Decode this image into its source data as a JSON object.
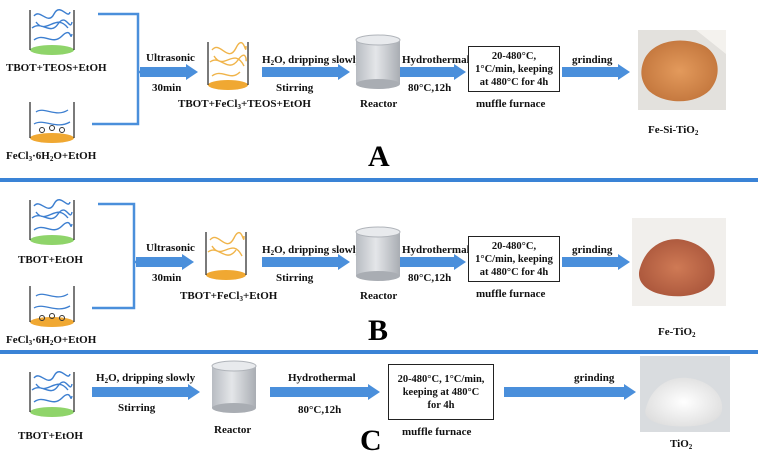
{
  "panels": [
    {
      "letter": "A",
      "precursor_top": "TBOT+TEOS+EtOH",
      "precursor_bottom_main": "FeCl",
      "precursor_bottom_sub": "3",
      "precursor_bottom_rest": "·6H",
      "precursor_bottom_sub2": "2",
      "precursor_bottom_end": "O+EtOH",
      "ultrasonic": "Ultrasonic",
      "ultrasonic_time": "30min",
      "mixture_a": "TBOT+FeCl",
      "mixture_sub": "3",
      "mixture_b": "+TEOS+EtOH",
      "water_a": "H",
      "water_sub": "2",
      "water_b": "O, dripping slowly",
      "stirring": "Stirring",
      "reactor": "Reactor",
      "hydrothermal": "Hydrothermal",
      "hydro_cond": "80°C,12h",
      "furnace_line1": "20-480°C,",
      "furnace_line2": "1°C/min, keeping",
      "furnace_line3": "at 480°C for 4h",
      "furnace_label": "muffle furnace",
      "grinding": "grinding",
      "product_a": "Fe-Si-TiO",
      "product_sub": "2"
    },
    {
      "letter": "B",
      "precursor_top": "TBOT+EtOH",
      "precursor_bottom_main": "FeCl",
      "precursor_bottom_sub": "3",
      "precursor_bottom_rest": "·6H",
      "precursor_bottom_sub2": "2",
      "precursor_bottom_end": "O+EtOH",
      "ultrasonic": "Ultrasonic",
      "ultrasonic_time": "30min",
      "mixture_a": "TBOT+FeCl",
      "mixture_sub": "3",
      "mixture_b": "+EtOH",
      "water_a": "H",
      "water_sub": "2",
      "water_b": "O, dripping slowly",
      "stirring": "Stirring",
      "reactor": "Reactor",
      "hydrothermal": "Hydrothermal",
      "hydro_cond": "80°C,12h",
      "furnace_line1": "20-480°C,",
      "furnace_line2": "1°C/min, keeping",
      "furnace_line3": "at 480°C for 4h",
      "furnace_label": "muffle furnace",
      "grinding": "grinding",
      "product_a": "Fe-TiO",
      "product_sub": "2"
    },
    {
      "letter": "C",
      "precursor_top": "TBOT+EtOH",
      "water_a": "H",
      "water_sub": "2",
      "water_b": "O, dripping slowly",
      "stirring": "Stirring",
      "reactor": "Reactor",
      "hydrothermal": "Hydrothermal",
      "hydro_cond": "80°C,12h",
      "furnace_line1": "20-480°C, 1°C/min,",
      "furnace_line2": "keeping at 480°C",
      "furnace_line3": "for 4h",
      "furnace_label": "muffle furnace",
      "grinding": "grinding",
      "product_a": "TiO",
      "product_sub": "2"
    }
  ],
  "colors": {
    "separator": "#3a83d6",
    "arrow": "#4a8fdb",
    "beaker_blue_base": "#8fd46a",
    "beaker_orange_base": "#f0a832",
    "reactor": "#c9cdd2",
    "powder_fe_si": "#d9894a",
    "powder_fe": "#c46a4a",
    "powder_ti": "#f2f2f2"
  },
  "icons": [
    "beaker-icon",
    "reactor-icon",
    "arrow-icon",
    "powder-photo"
  ]
}
